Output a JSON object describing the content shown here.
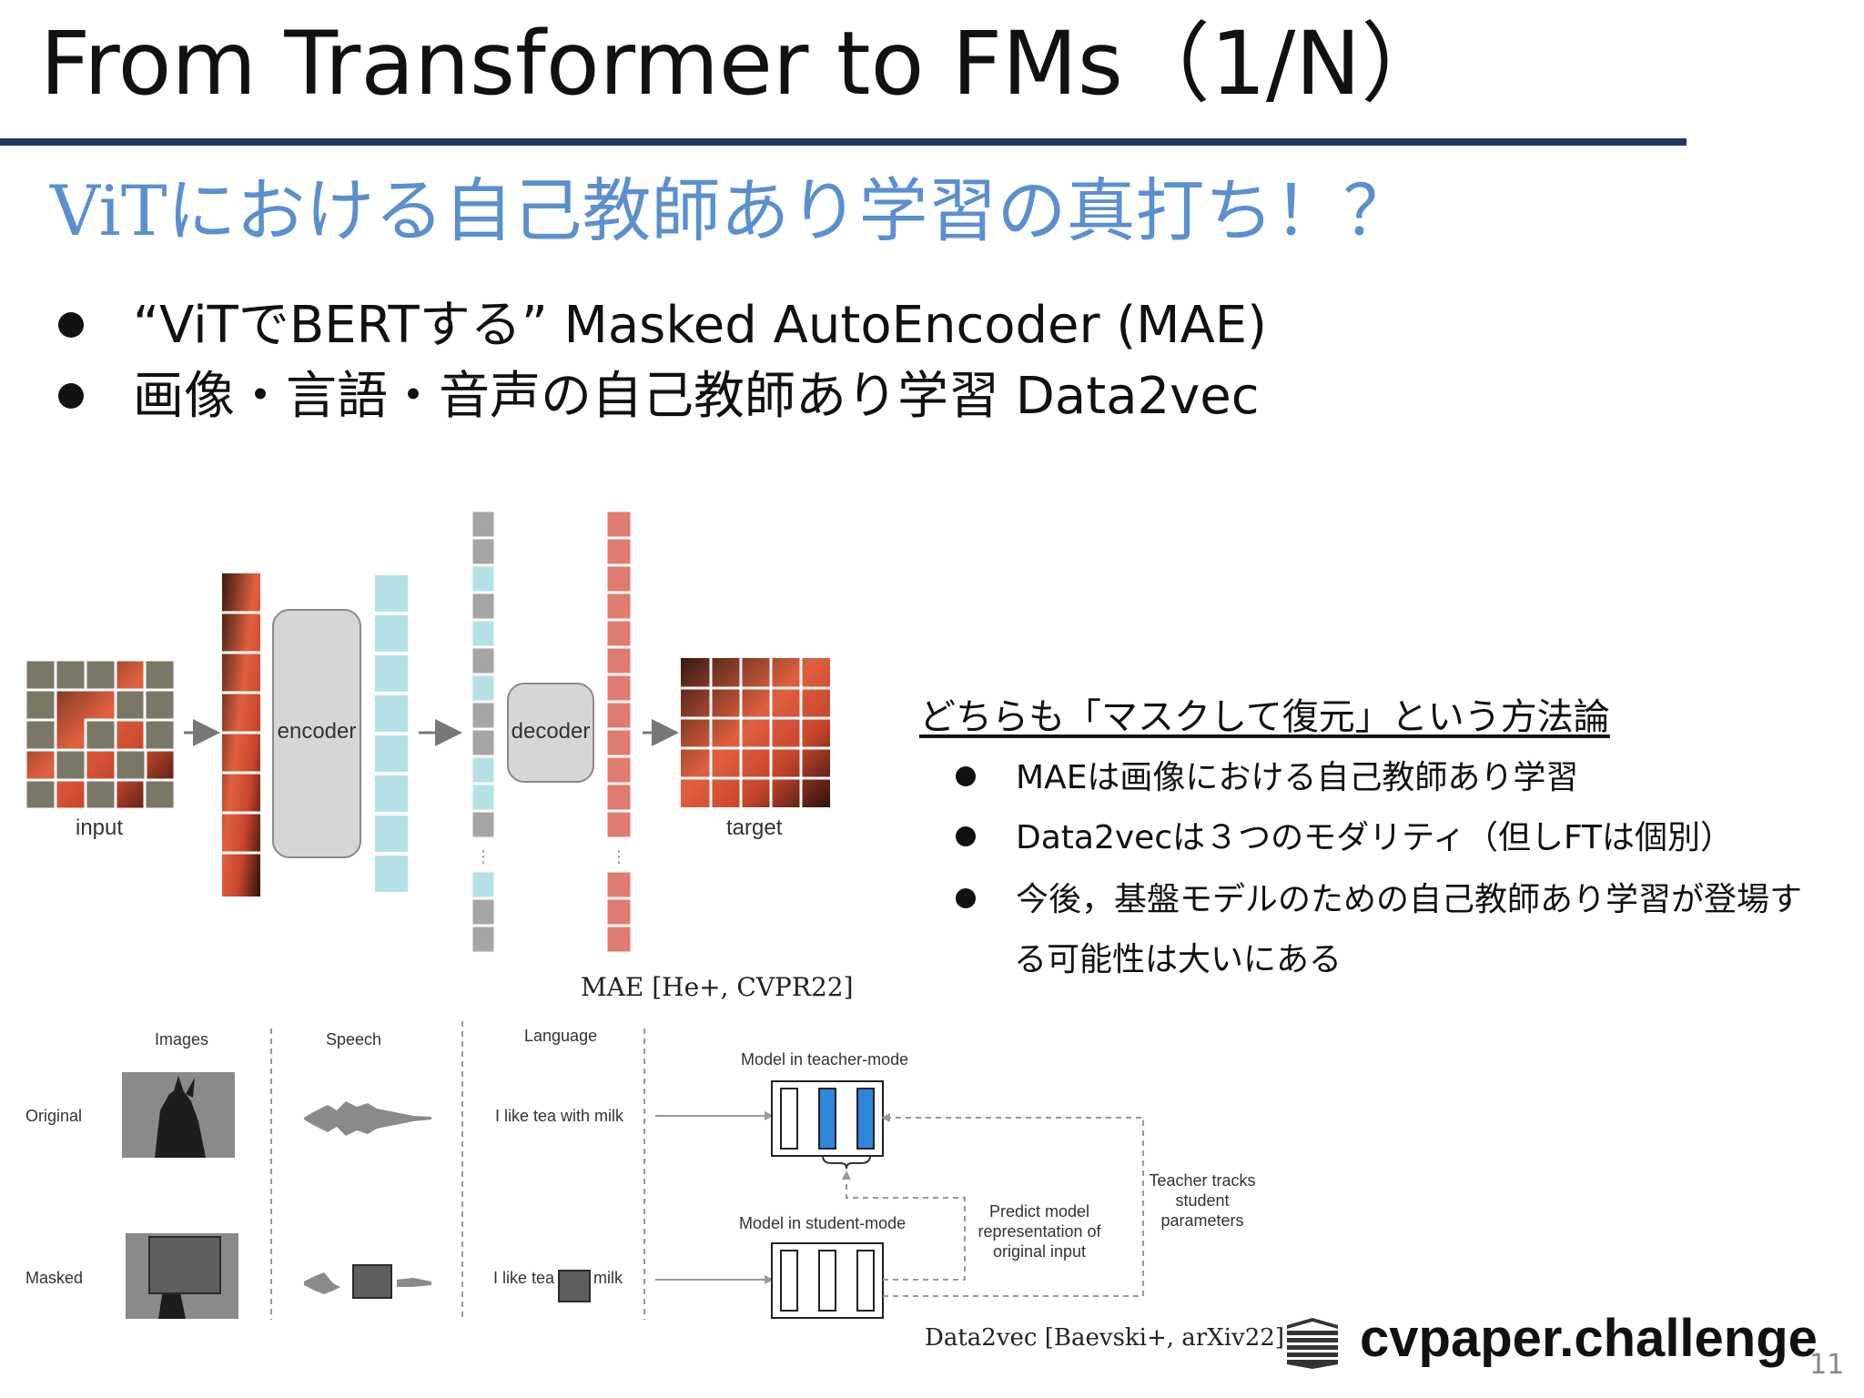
{
  "slide": {
    "title": "From Transformer to FMs（1/N）",
    "subtitle": "ViTにおける自己教師あり学習の真打ち！？",
    "bullets": [
      "“ViTでBERTする” Masked AutoEncoder (MAE)",
      "画像・言語・音声の自己教師あり学習 Data2vec"
    ],
    "page_number": "11",
    "accent_color": "#1f3a60",
    "subtitle_color": "#5a8fd0"
  },
  "mae_figure": {
    "input_label": "input",
    "encoder_label": "encoder",
    "decoder_label": "decoder",
    "target_label": "target",
    "caption": "MAE [He+, CVPR22]",
    "colors": {
      "encoded_token": "#b3e1e6",
      "mask_token": "#a5a5a5",
      "output_token": "#e07b70"
    }
  },
  "notes": {
    "heading": "どちらも「マスクして復元」という方法論",
    "items": [
      "MAEは画像における自己教師あり学習",
      "Data2vecは３つのモダリティ（但しFTは個別）",
      "今後，基盤モデルのための自己教師あり学習が登場す",
      "る可能性は大いにある"
    ]
  },
  "data2vec_figure": {
    "col_images": "Images",
    "col_speech": "Speech",
    "col_language": "Language",
    "row_original": "Original",
    "row_masked": "Masked",
    "text_original": "I like tea with milk",
    "text_masked_a": "I like tea",
    "text_masked_b": "milk",
    "teacher_label": "Model in teacher-mode",
    "student_label": "Model in student-mode",
    "predict_l1": "Predict model",
    "predict_l2": "representation of",
    "predict_l3": "original input",
    "tracks_l1": "Teacher tracks",
    "tracks_l2": "student",
    "tracks_l3": "parameters",
    "caption": "Data2vec [Baevski+, arXiv22]",
    "colors": {
      "teacher_block": "#2f86dd"
    }
  },
  "branding": {
    "logo_text": "cvpaper.challenge",
    "logo_icon": "stacked-layers-icon"
  }
}
